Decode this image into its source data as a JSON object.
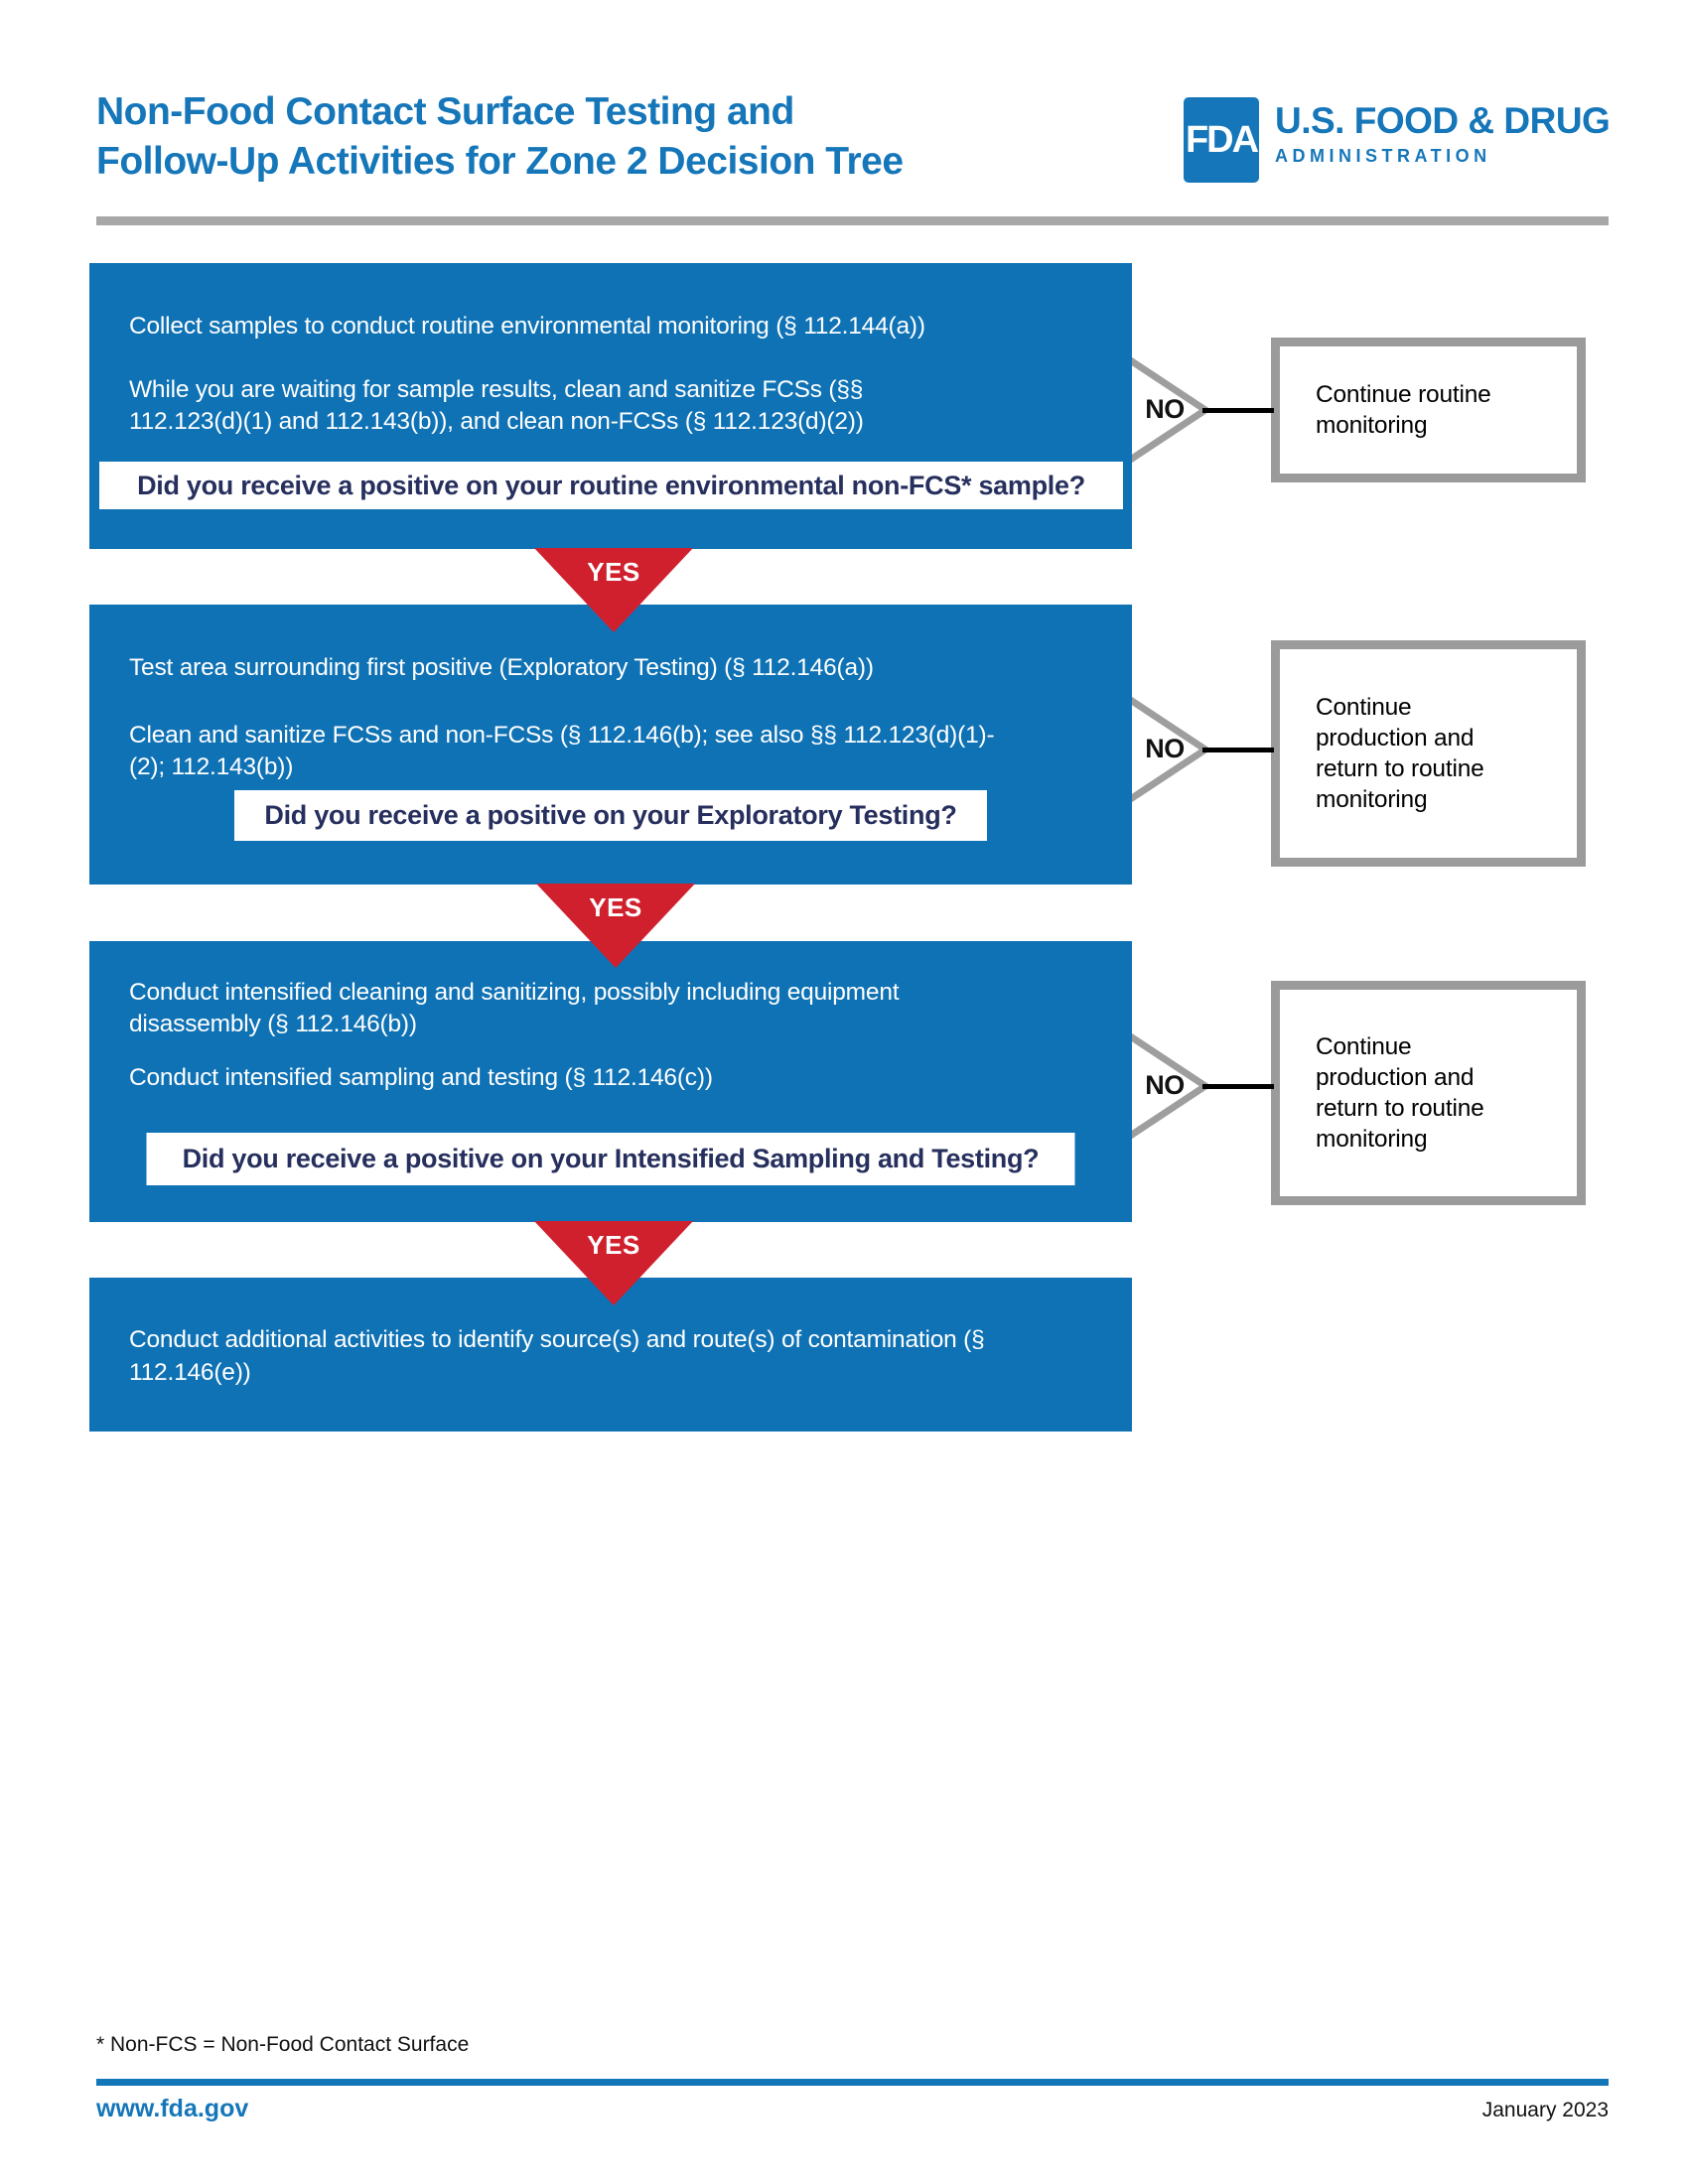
{
  "header": {
    "title_line1": "Non-Food Contact Surface Testing and",
    "title_line2": "Follow-Up Activities for Zone 2 Decision Tree"
  },
  "logo": {
    "acronym": "FDA",
    "org_line1": "U.S. FOOD & DRUG",
    "org_line2": "ADMINISTRATION"
  },
  "flow": {
    "yes_label": "YES",
    "no_label": "NO",
    "steps": [
      {
        "paragraphs": [
          "Collect samples to conduct routine environmental monitoring (§ 112.144(a))",
          "While you are waiting for sample results, clean and sanitize FCSs (§§ 112.123(d)(1) and 112.143(b)), and clean non-FCSs (§ 112.123(d)(2))"
        ],
        "question": "Did you receive a positive on your routine environmental non-FCS* sample?",
        "no_outcome": "Continue routine monitoring"
      },
      {
        "paragraphs": [
          "Test area surrounding first positive (Exploratory Testing) (§ 112.146(a))",
          "Clean and sanitize FCSs and non-FCSs (§ 112.146(b); see also §§ 112.123(d)(1)-(2); 112.143(b))"
        ],
        "question": "Did you receive a positive on your Exploratory Testing?",
        "no_outcome": "Continue production and return to routine monitoring"
      },
      {
        "paragraphs": [
          "Conduct intensified cleaning and sanitizing, possibly including equipment disassembly (§ 112.146(b))",
          "Conduct intensified sampling and testing (§ 112.146(c))"
        ],
        "question": "Did you receive a positive on your Intensified Sampling and Testing?",
        "no_outcome": "Continue production and return to routine monitoring"
      },
      {
        "paragraphs": [
          "Conduct additional activities to identify source(s) and route(s) of contamination (§ 112.146(e))"
        ]
      }
    ]
  },
  "footer": {
    "footnote": "* Non-FCS = Non-Food Contact Surface",
    "website": "www.fda.gov",
    "date": "January 2023"
  },
  "colors": {
    "box_blue": "#0F72B5",
    "title_blue": "#1576B9",
    "yes_red": "#D0202E",
    "question_navy": "#262F5D",
    "outcome_border_gray": "#9B9B9B",
    "divider_gray": "#A7A7A7",
    "connector_black": "#000000"
  }
}
